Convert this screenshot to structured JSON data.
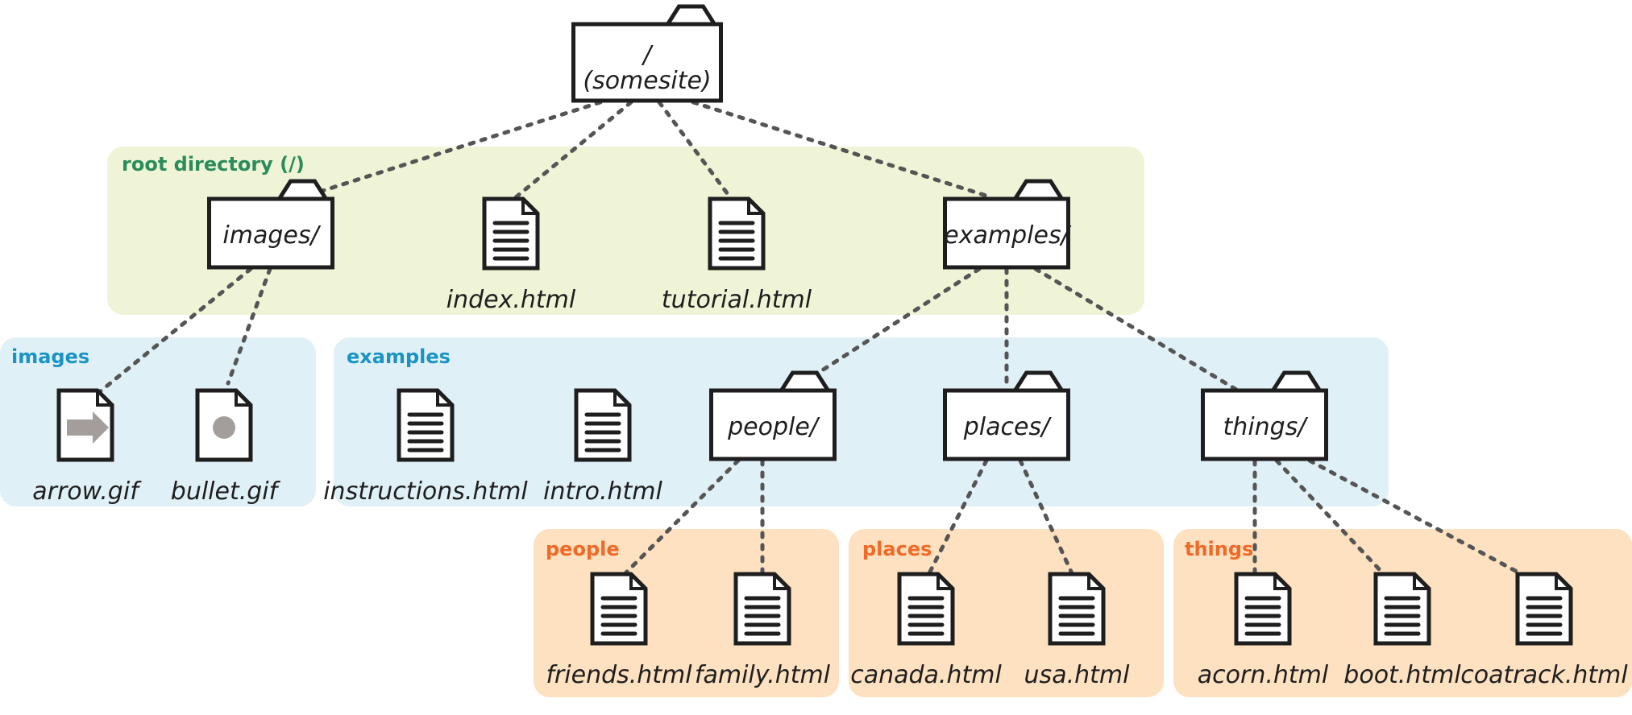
{
  "colors": {
    "root_bg": "#f0f4d6",
    "root_label": "#2a8c5a",
    "level2_bg": "#e0f0f7",
    "level2_label": "#1a94c4",
    "level3_bg": "#fde1c0",
    "level3_label": "#ef6a28",
    "image_glyph": "#a39e9b"
  },
  "groups": [
    {
      "id": "root",
      "label": "root directory (/)"
    },
    {
      "id": "images",
      "label": "images"
    },
    {
      "id": "examples",
      "label": "examples"
    },
    {
      "id": "people",
      "label": "people"
    },
    {
      "id": "places",
      "label": "places"
    },
    {
      "id": "things",
      "label": "things"
    }
  ],
  "nodes": {
    "site": {
      "type": "folder",
      "line1": "/",
      "line2": "(somesite)"
    },
    "images": {
      "type": "folder",
      "label": "images/"
    },
    "index": {
      "type": "file",
      "label": "index.html"
    },
    "tutorial": {
      "type": "file",
      "label": "tutorial.html"
    },
    "examples": {
      "type": "folder",
      "label": "examples/"
    },
    "arrow": {
      "type": "image-file",
      "icon": "arrow-right",
      "label": "arrow.gif"
    },
    "bullet": {
      "type": "image-file",
      "icon": "circle",
      "label": "bullet.gif"
    },
    "instructions": {
      "type": "file",
      "label": "instructions.html"
    },
    "intro": {
      "type": "file",
      "label": "intro.html"
    },
    "people": {
      "type": "folder",
      "label": "people/"
    },
    "places": {
      "type": "folder",
      "label": "places/"
    },
    "things": {
      "type": "folder",
      "label": "things/"
    },
    "friends": {
      "type": "file",
      "label": "friends.html"
    },
    "family": {
      "type": "file",
      "label": "family.html"
    },
    "canada": {
      "type": "file",
      "label": "canada.html"
    },
    "usa": {
      "type": "file",
      "label": "usa.html"
    },
    "acorn": {
      "type": "file",
      "label": "acorn.html"
    },
    "boot": {
      "type": "file",
      "label": "boot.html"
    },
    "coatrack": {
      "type": "file",
      "label": "coatrack.html"
    }
  },
  "edges": [
    [
      "site",
      "images"
    ],
    [
      "site",
      "index"
    ],
    [
      "site",
      "tutorial"
    ],
    [
      "site",
      "examples"
    ],
    [
      "images",
      "arrow"
    ],
    [
      "images",
      "bullet"
    ],
    [
      "examples",
      "people"
    ],
    [
      "examples",
      "places"
    ],
    [
      "examples",
      "things"
    ],
    [
      "people",
      "friends"
    ],
    [
      "people",
      "family"
    ],
    [
      "places",
      "canada"
    ],
    [
      "places",
      "usa"
    ],
    [
      "things",
      "acorn"
    ],
    [
      "things",
      "boot"
    ],
    [
      "things",
      "coatrack"
    ]
  ]
}
